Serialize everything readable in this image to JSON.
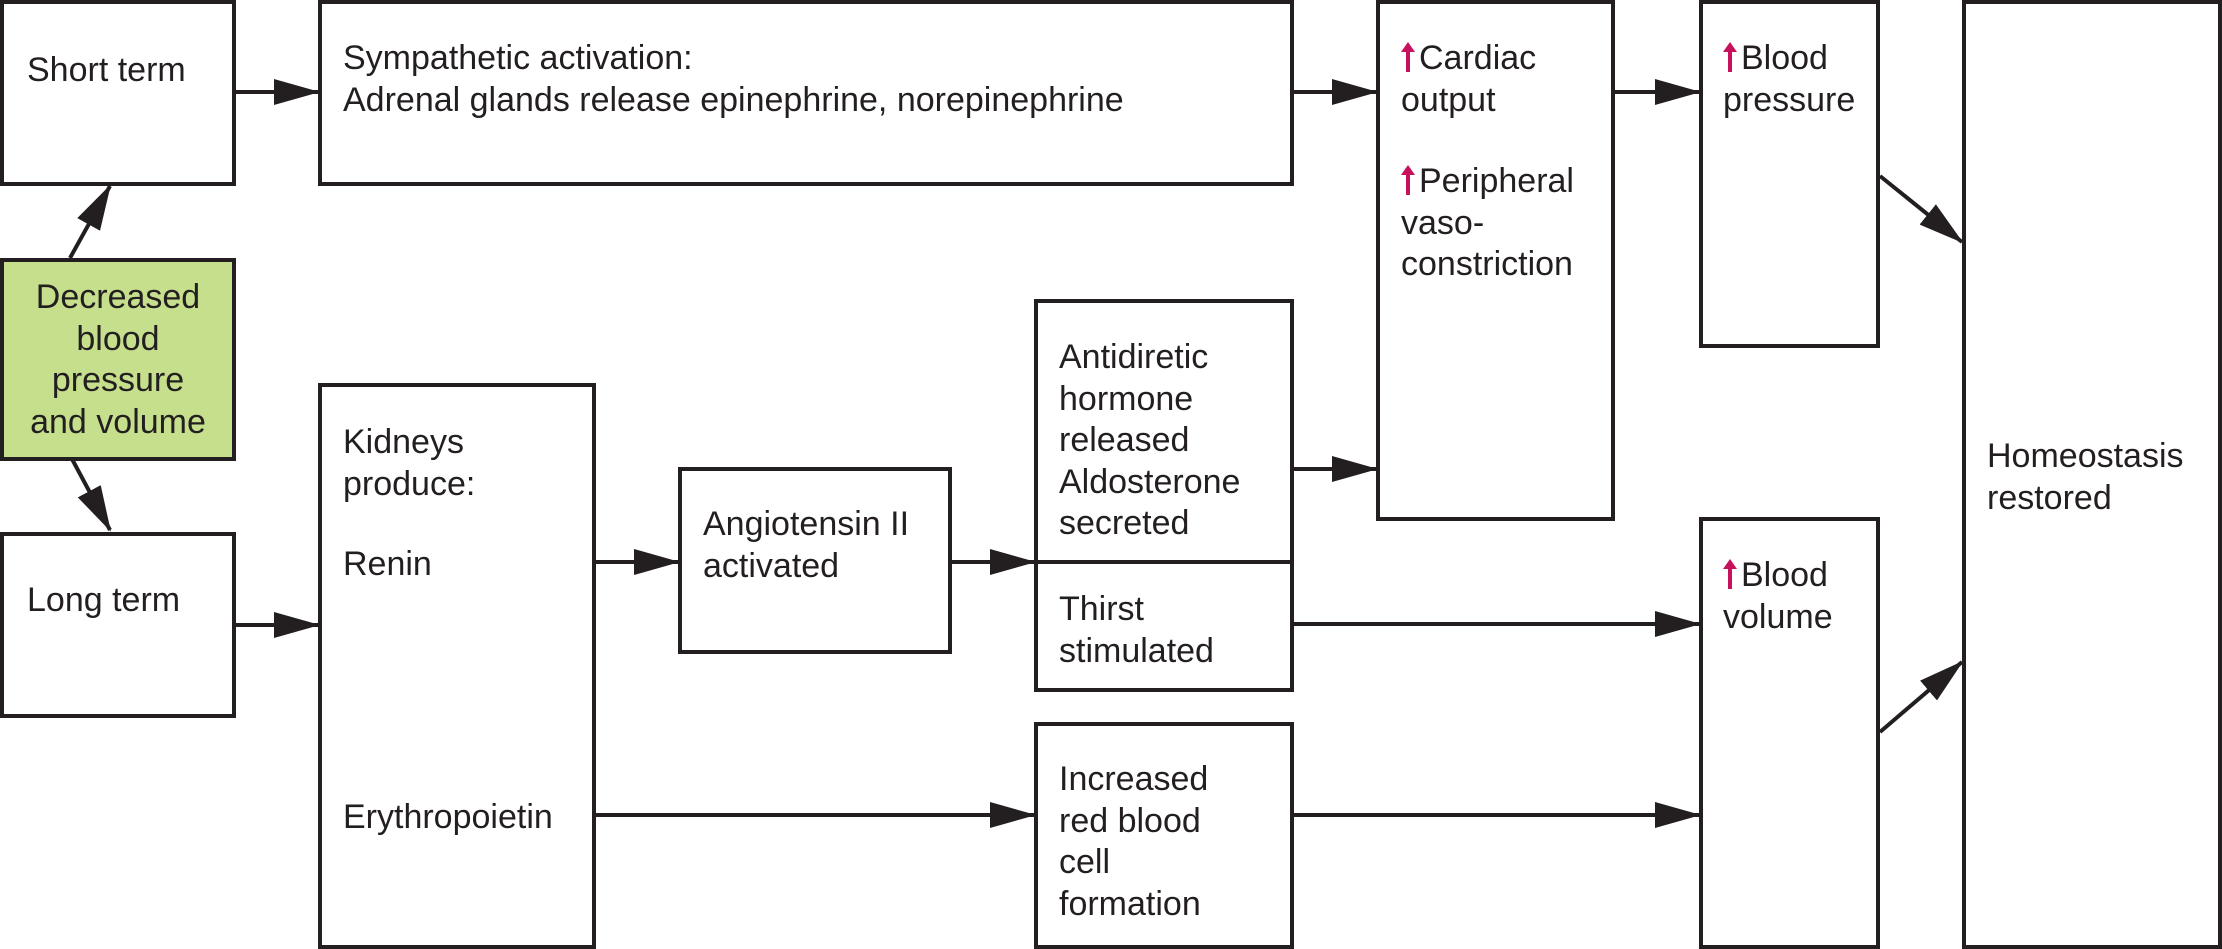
{
  "colors": {
    "stroke": "#231f20",
    "start_fill": "#c6df8d",
    "increase_arrow": "#c8115c"
  },
  "icons": {
    "increase": "up-arrow-icon"
  },
  "boxes": {
    "decreased": [
      "Decreased",
      "blood",
      "pressure",
      "and volume"
    ],
    "short_term": [
      "Short term"
    ],
    "long_term": [
      "Long term"
    ],
    "sympathetic": [
      "Sympathetic activation:",
      "Adrenal glands release epinephrine, norepinephrine"
    ],
    "kidneys": {
      "heading": [
        "Kidneys",
        "produce:"
      ],
      "renin": "Renin",
      "erythropoietin": "Erythropoietin"
    },
    "angiotensin": [
      "Angiotensin II",
      "activated"
    ],
    "adh": [
      "Antidiretic",
      "hormone",
      "released",
      "Aldosterone",
      "secreted"
    ],
    "thirst": [
      "Thirst",
      "stimulated"
    ],
    "rbc": [
      "Increased",
      "red blood",
      "cell",
      "formation"
    ],
    "cardiac": {
      "cardiac": [
        "Cardiac",
        "output"
      ],
      "vaso": [
        "Peripheral",
        "vaso-",
        "constriction"
      ]
    },
    "blood_pressure": [
      "Blood",
      "pressure"
    ],
    "blood_volume": [
      "Blood",
      "volume"
    ],
    "homeostasis": [
      "Homeostasis",
      "restored"
    ]
  }
}
